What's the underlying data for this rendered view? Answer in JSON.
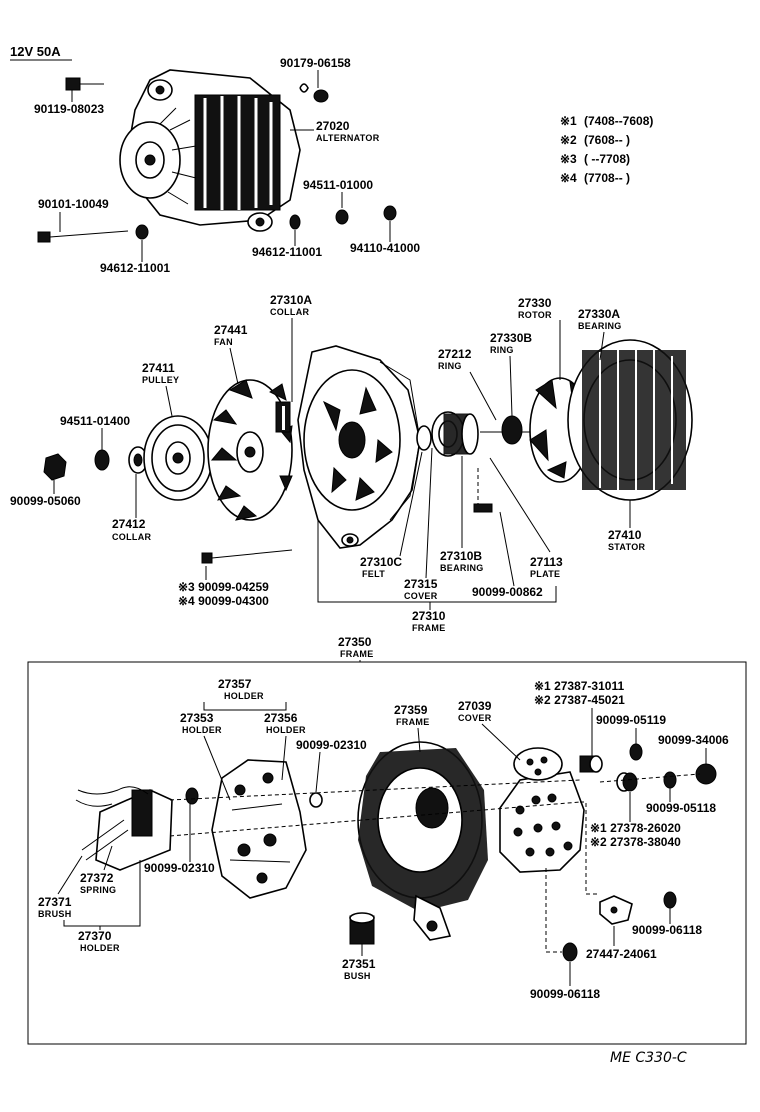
{
  "title": "12V 50A",
  "footer_code": "ME C330-C",
  "legend": [
    {
      "mark": "※1",
      "text": "(7408--7608)"
    },
    {
      "mark": "※2",
      "text": "(7608--        )"
    },
    {
      "mark": "※3",
      "text": "(       --7708)"
    },
    {
      "mark": "※4",
      "text": "(7708--        )"
    }
  ],
  "top_parts": {
    "p90179": "90179-06158",
    "p90119": "90119-08023",
    "p27020": "27020",
    "p27020_name": "ALTERNATOR",
    "p94511a": "94511-01000",
    "p90101": "90101-10049",
    "p94612a": "94612-11001",
    "p94612b": "94612-11001",
    "p94110": "94110-41000"
  },
  "mid_parts": {
    "p27330": "27330",
    "p27330_name": "ROTOR",
    "p27310A": "27310A",
    "p27310A_name": "COLLAR",
    "p27330A": "27330A",
    "p27330A_name": "BEARING",
    "p27441": "27441",
    "p27441_name": "FAN",
    "p27330B": "27330B",
    "p27330B_name": "RING",
    "p27212": "27212",
    "p27212_name": "RING",
    "p27411": "27411",
    "p27411_name": "PULLEY",
    "p94511b": "94511-01400",
    "p90099_05060": "90099-05060",
    "p27412": "27412",
    "p27412_name": "COLLAR",
    "p27410": "27410",
    "p27410_name": "STATOR",
    "p27310C": "27310C",
    "p27310C_name": "FELT",
    "p27310B": "27310B",
    "p27310B_name": "BEARING",
    "p27113": "27113",
    "p27113_name": "PLATE",
    "p90099_04259": "※3 90099-04259",
    "p90099_04300": "※4 90099-04300",
    "p27315": "27315",
    "p27315_name": "COVER",
    "p90099_00862": "90099-00862",
    "p27310": "27310",
    "p27310_name": "FRAME"
  },
  "bottom_parts": {
    "p27350": "27350",
    "p27350_name": "FRAME",
    "p27357": "27357",
    "p27357_name": "HOLDER",
    "p27353": "27353",
    "p27353_name": "HOLDER",
    "p27356": "27356",
    "p27356_name": "HOLDER",
    "p27359": "27359",
    "p27359_name": "FRAME",
    "p27039": "27039",
    "p27039_name": "COVER",
    "p27387a": "※1 27387-31011",
    "p27387b": "※2 27387-45021",
    "p90099_05119": "90099-05119",
    "p90099_34006": "90099-34006",
    "p90099_02310a": "90099-02310",
    "p90099_05118a": "90099-05118",
    "p27378a": "※1 27378-26020",
    "p27378b": "※2 27378-38040",
    "p90099_02310b": "90099-02310",
    "p27372": "27372",
    "p27372_name": "SPRING",
    "p27371": "27371",
    "p27371_name": "BRUSH",
    "p27370": "27370",
    "p27370_name": "HOLDER",
    "p90099_06118a": "90099-06118",
    "p27447": "27447-24061",
    "p27351": "27351",
    "p27351_name": "BUSH",
    "p90099_06118b": "90099-06118"
  }
}
